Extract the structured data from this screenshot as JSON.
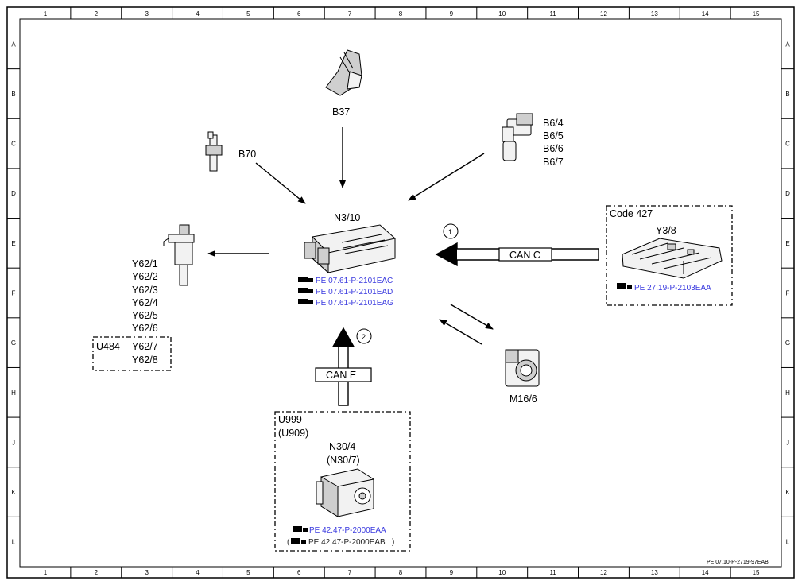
{
  "frame": {
    "columns": [
      "1",
      "2",
      "3",
      "4",
      "5",
      "6",
      "7",
      "8",
      "9",
      "10",
      "11",
      "12",
      "13",
      "14",
      "15"
    ],
    "rows": [
      "A",
      "B",
      "C",
      "D",
      "E",
      "F",
      "G",
      "H",
      "J",
      "K",
      "L"
    ]
  },
  "components": {
    "b37": "B37",
    "b70": "B70",
    "b6": [
      "B6/4",
      "B6/5",
      "B6/6",
      "B6/7"
    ],
    "n3_10": "N3/10",
    "n3_10_refs": [
      "PE 07.61-P-2101EAC",
      "PE 07.61-P-2101EAD",
      "PE 07.61-P-2101EAG"
    ],
    "y62": [
      "Y62/1",
      "Y62/2",
      "Y62/3",
      "Y62/4",
      "Y62/5",
      "Y62/6"
    ],
    "u484": "U484",
    "y62_u484": [
      "Y62/7",
      "Y62/8"
    ],
    "code427": "Code 427",
    "y3_8": "Y3/8",
    "y3_8_ref": "PE 27.19-P-2103EAA",
    "can_c": "CAN C",
    "can_e": "CAN E",
    "marker1": "1",
    "marker2": "2",
    "m16_6": "M16/6",
    "u999": "U999",
    "u909": "(U909)",
    "n30_4": "N30/4",
    "n30_7": "(N30/7)",
    "n30_ref1": "PE 42.47-P-2000EAA",
    "n30_ref2": "PE 42.47-P-2000EAB",
    "n30_ref2_open": "(",
    "n30_ref2_close": ")"
  },
  "footer": {
    "doc_id": "PE 07.10-P-2719-97EAB"
  },
  "colors": {
    "link": "#3a3adf",
    "line": "#000000",
    "background": "#ffffff"
  },
  "icons": [
    "book-icon"
  ]
}
